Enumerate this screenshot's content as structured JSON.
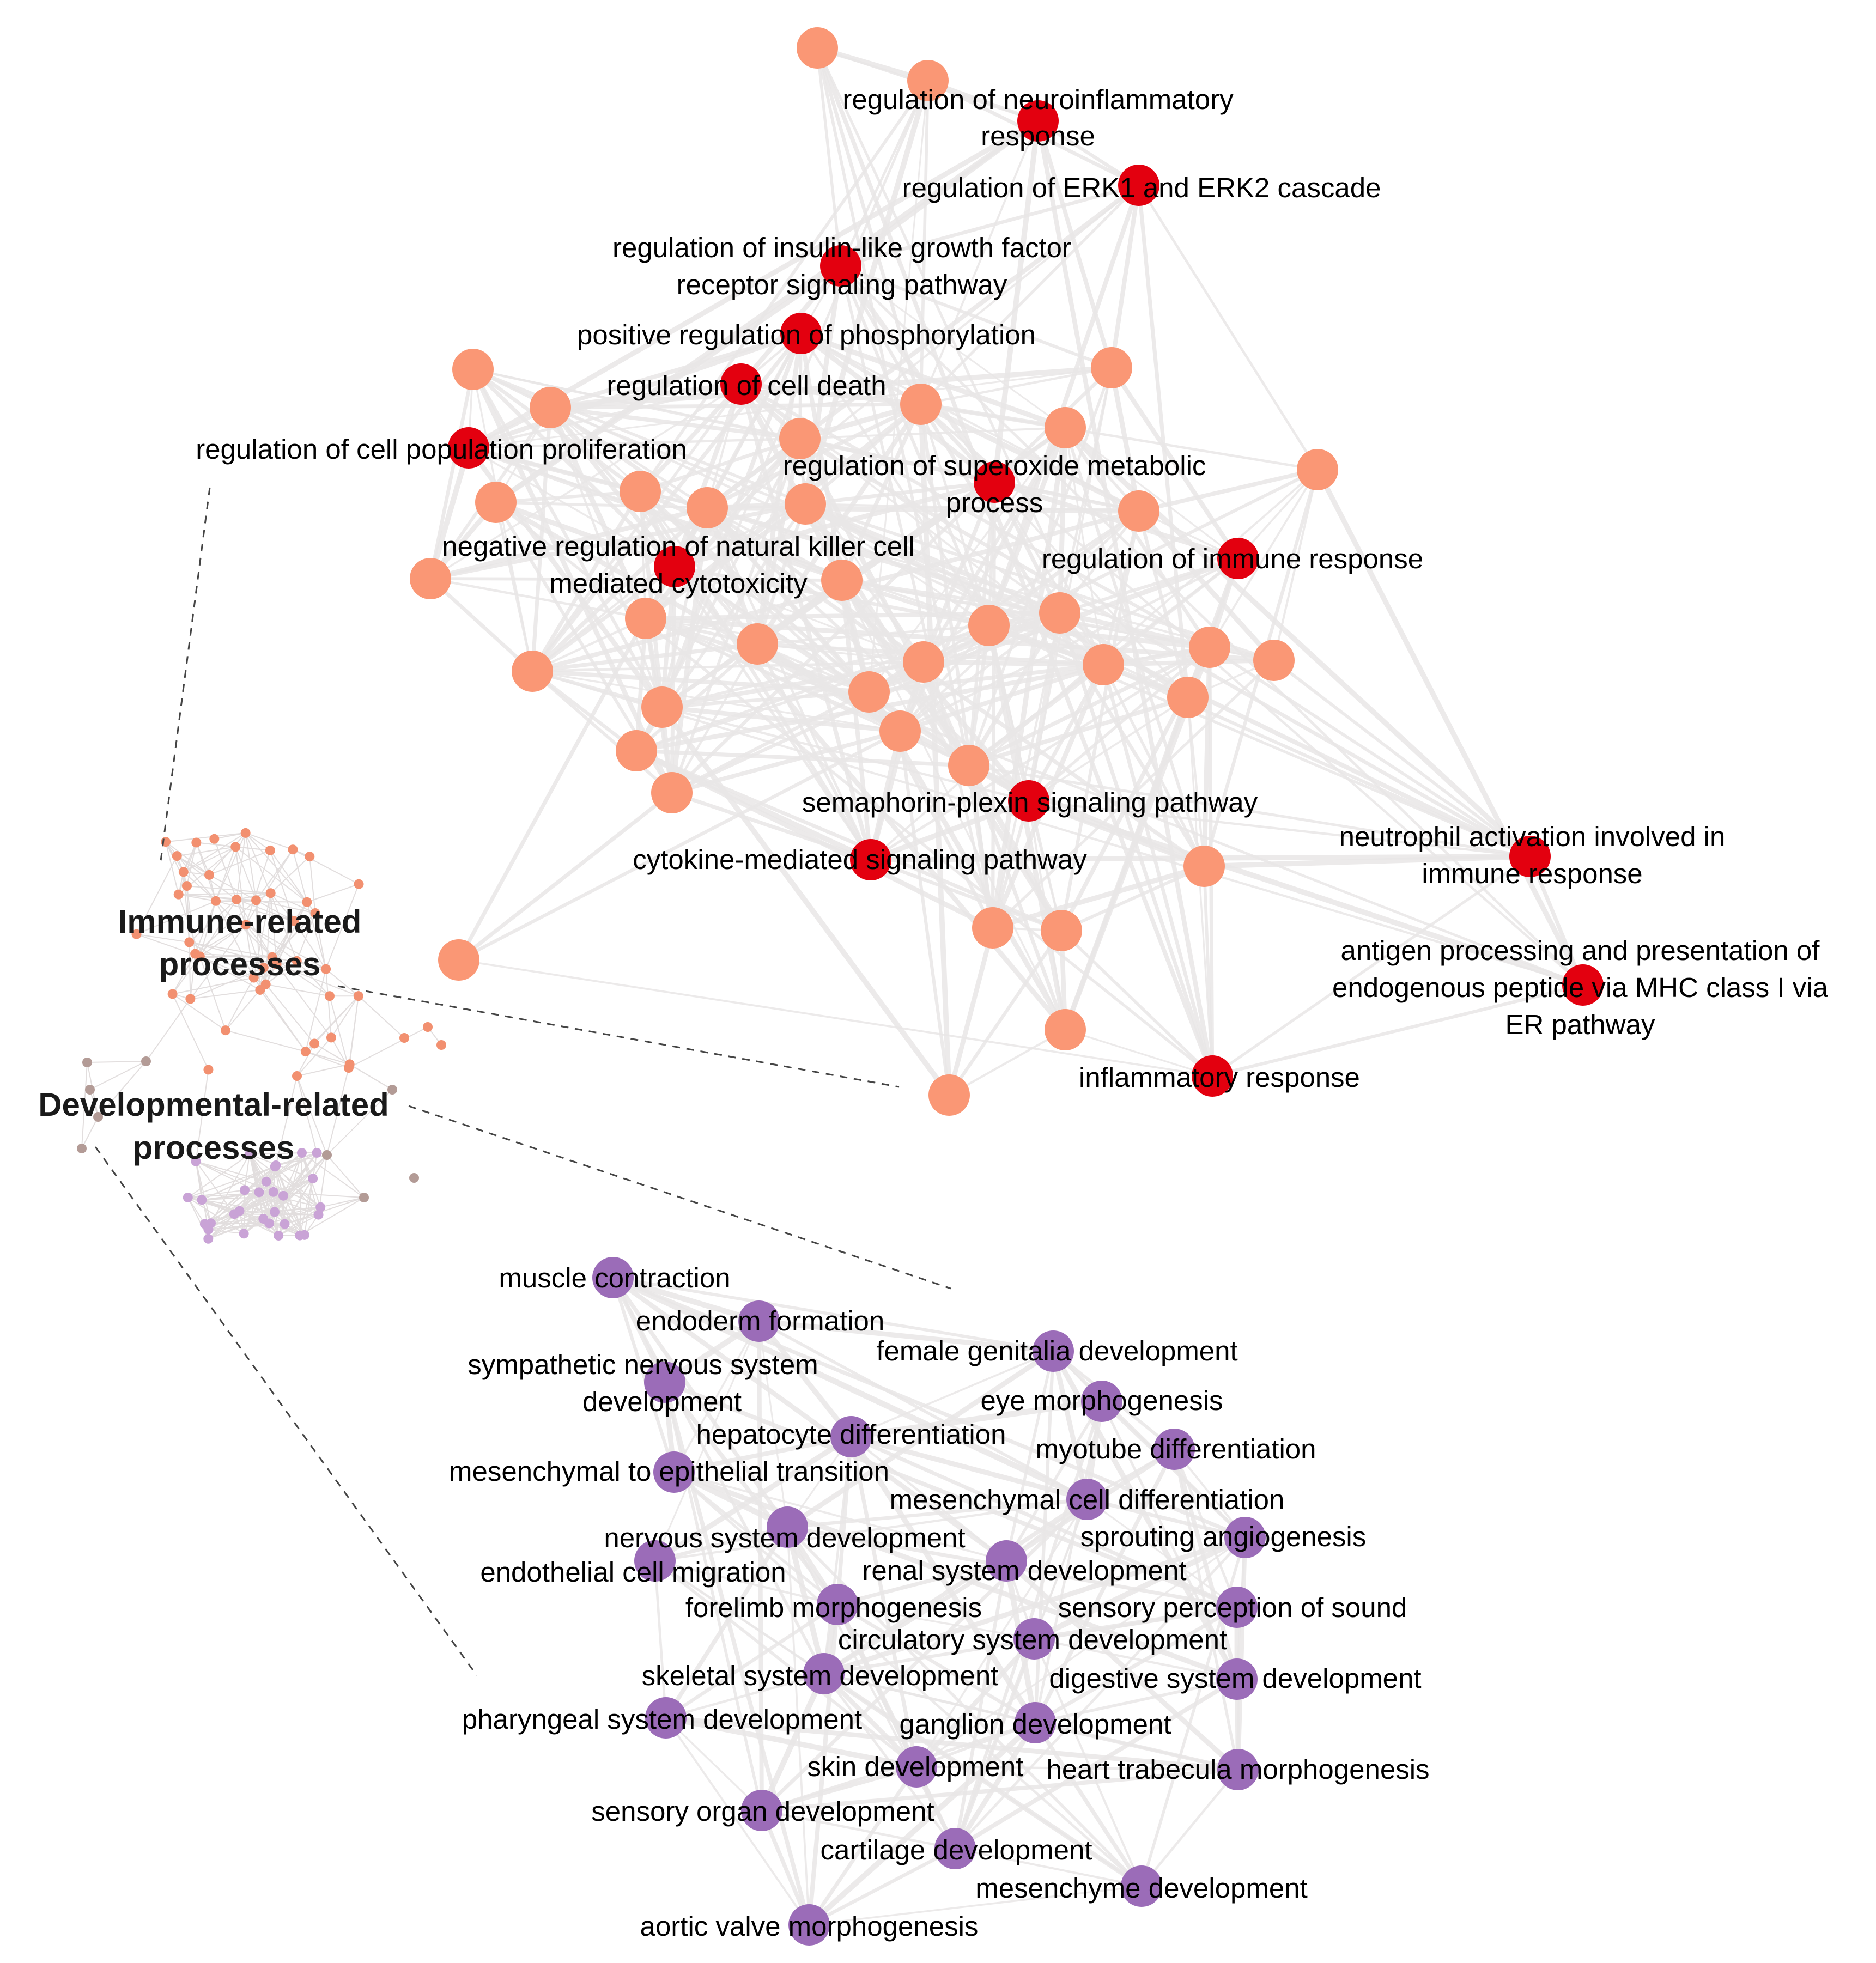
{
  "colors": {
    "background": "#ffffff",
    "edge": "#e9e6e6",
    "immune_highlight": "#e3000f",
    "immune_node": "#fa9775",
    "developmental_node": "#9b6cb8",
    "mini_immune": "#f29070",
    "mini_developmental": "#c9a3d6",
    "mini_other": "#b39b96",
    "leader_line": "#444444",
    "label_text": "#000000"
  },
  "clusters": {
    "immune": {
      "title_line1": "Immune-related",
      "title_line2": "processes"
    },
    "developmental": {
      "title_line1": "Developmental-related",
      "title_line2": "processes"
    }
  },
  "immune_labels": [
    {
      "line1": "regulation of neuroinflammatory",
      "line2": "response"
    },
    {
      "line1": "regulation of ERK1 and ERK2 cascade",
      "line2": ""
    },
    {
      "line1": "regulation of insulin-like growth factor",
      "line2": "receptor signaling pathway"
    },
    {
      "line1": "positive regulation of phosphorylation",
      "line2": ""
    },
    {
      "line1": "regulation of cell death",
      "line2": ""
    },
    {
      "line1": "regulation of cell population proliferation",
      "line2": ""
    },
    {
      "line1": "regulation of superoxide metabolic",
      "line2": "process"
    },
    {
      "line1": "negative regulation of natural killer cell",
      "line2": "mediated cytotoxicity"
    },
    {
      "line1": "regulation of immune response",
      "line2": ""
    },
    {
      "line1": "semaphorin-plexin signaling pathway",
      "line2": ""
    },
    {
      "line1": "cytokine-mediated signaling pathway",
      "line2": ""
    },
    {
      "line1": "neutrophil activation involved in",
      "line2": "immune response"
    },
    {
      "line1": "antigen processing and presentation of",
      "line2": "endogenous peptide via MHC class I via",
      "line3": "ER pathway"
    },
    {
      "line1": "inflammatory response",
      "line2": ""
    }
  ],
  "developmental_labels": [
    "muscle contraction",
    "endoderm formation",
    "female genitalia development",
    "sympathetic nervous system",
    "development",
    "eye morphogenesis",
    "hepatocyte differentiation",
    "myotube differentiation",
    "mesenchymal to epithelial transition",
    "mesenchymal cell differentiation",
    "nervous system development",
    "sprouting angiogenesis",
    "endothelial cell migration",
    "renal system development",
    "forelimb morphogenesis",
    "sensory perception of sound",
    "circulatory system development",
    "skeletal system development",
    "digestive system development",
    "pharyngeal system development",
    "ganglion development",
    "skin development",
    "heart trabecula morphogenesis",
    "sensory organ development",
    "cartilage development",
    "mesenchyme development",
    "aortic valve morphogenesis"
  ]
}
